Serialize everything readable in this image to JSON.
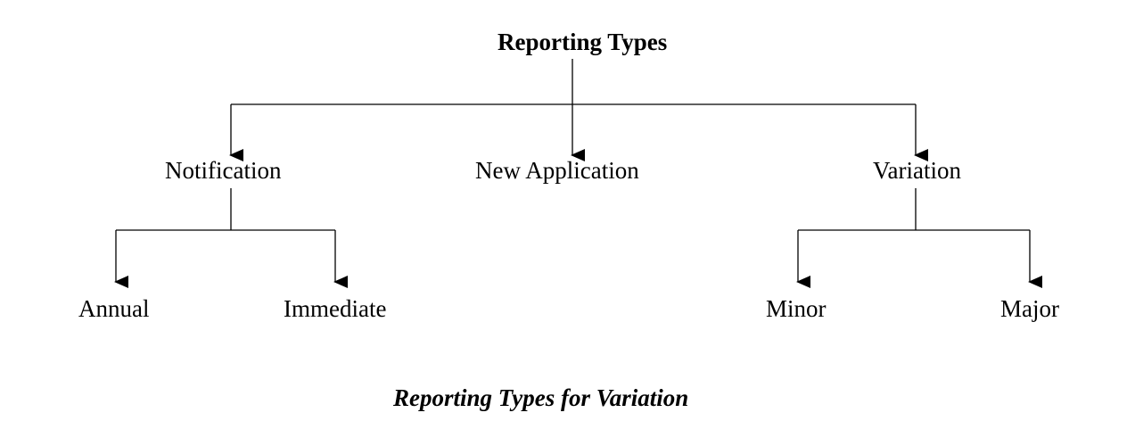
{
  "diagram": {
    "root": "Reporting Types",
    "level1": [
      "Notification",
      "New Application",
      "Variation"
    ],
    "notification_children": [
      "Annual",
      "Immediate"
    ],
    "variation_children": [
      "Minor",
      "Major"
    ],
    "caption": "Reporting Types for Variation"
  }
}
